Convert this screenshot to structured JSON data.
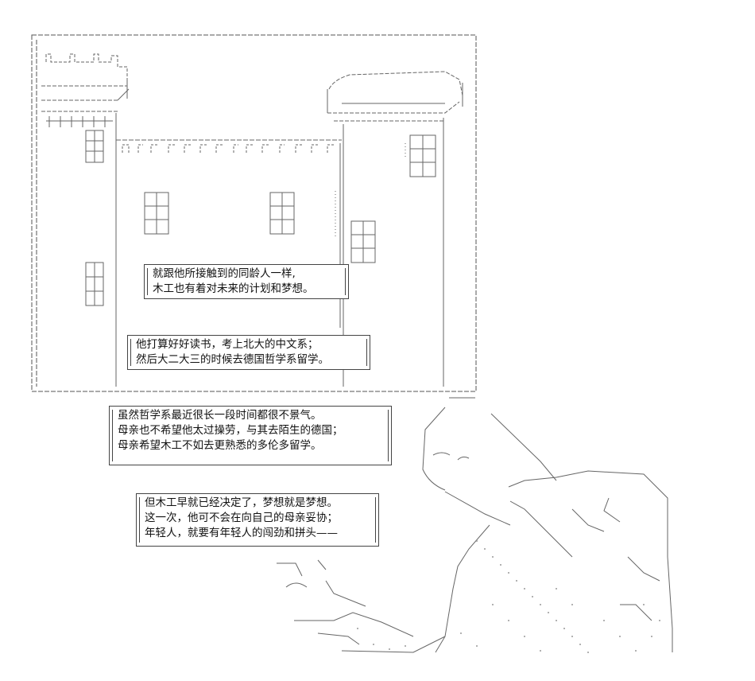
{
  "captions": {
    "c1": {
      "line1": "就跟他所接触到的同龄人一样,",
      "line2": "木工也有着对未来的计划和梦想。"
    },
    "c2": {
      "line1": "他打算好好读书，考上北大的中文系；",
      "line2": "然后大二大三的时候去德国哲学系留学。"
    },
    "c3": {
      "line1": "虽然哲学系最近很长一段时间都很不景气。",
      "line2": "母亲也不希望他太过操劳，与其去陌生的德国；",
      "line3": "母亲希望木工不如去更熟悉的多伦多留学。"
    },
    "c4": {
      "line1": "但木工早就已经决定了，梦想就是梦想。",
      "line2": "这一次，他可不会在向自己的母亲妥协；",
      "line3": "年轻人，就要有年轻人的闯劲和拼头——"
    }
  }
}
